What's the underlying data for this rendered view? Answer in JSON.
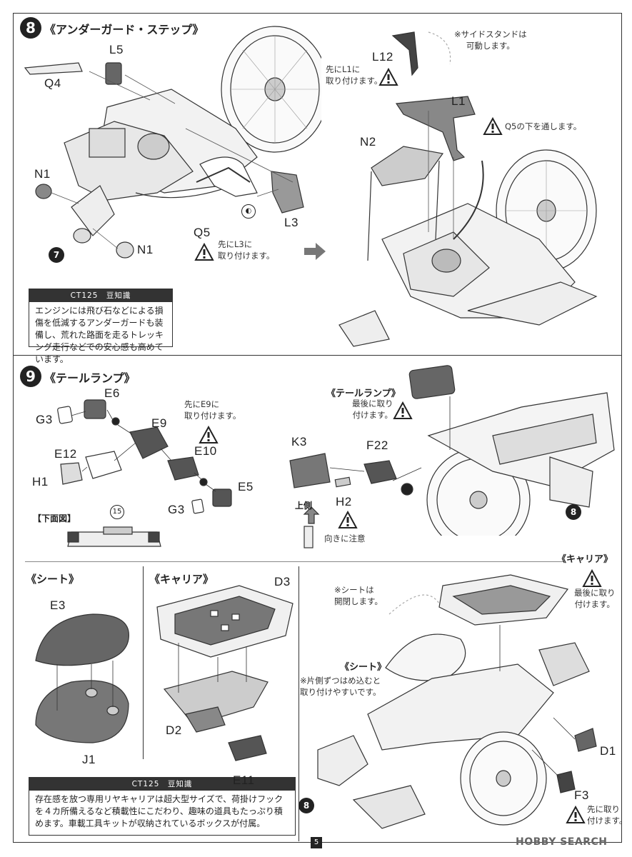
{
  "step8": {
    "number": "8",
    "title": "《アンダーガード・ステップ》",
    "parts": {
      "q4": "Q4",
      "l5": "L5",
      "n1a": "N1",
      "n1b": "N1",
      "q5": "Q5",
      "l3": "L3",
      "l12": "L12",
      "l1": "L1",
      "n2": "N2"
    },
    "notes": {
      "q5_note": "先にL3に\n取り付けます。",
      "l12_note": "先にL1に\n取り付けます。",
      "stand_note": "※サイドスタンドは\n可動します。",
      "l1_note": "Q5の下を通します。"
    },
    "ref_step": "7",
    "trivia": {
      "header": "CT125　豆知識",
      "body": "エンジンには飛び石などによる損傷を低減するアンダーガードも装備し、荒れた路面を走るトレッキング走行などでの安心感も高めています。"
    }
  },
  "step9": {
    "number": "9",
    "title": "《テールランプ》",
    "parts": {
      "e6": "E6",
      "g3a": "G3",
      "e9": "E9",
      "e12": "E12",
      "e10": "E10",
      "h1": "H1",
      "e5": "E5",
      "g3b": "G3",
      "k3": "K3",
      "f22": "F22",
      "h2": "H2"
    },
    "notes": {
      "e9_note": "先にE9に\n取り付けます。",
      "taillamp_label": "《テールランプ》",
      "taillamp_note": "最後に取り\n付けます。",
      "bottom_view": "【下面図】",
      "ref_15": "15",
      "upside": "上側",
      "direction_note": "向きに注意"
    },
    "ref_step": "8"
  },
  "seat": {
    "title": "《シート》",
    "parts": {
      "e3": "E3",
      "j1": "J1"
    }
  },
  "carrier": {
    "title": "《キャリア》",
    "parts": {
      "d3": "D3",
      "d2": "D2",
      "e11": "E11"
    }
  },
  "assembly": {
    "carrier_label": "《キャリア》",
    "carrier_note": "最後に取り\n付けます。",
    "seat_open_note": "※シートは\n開閉します。",
    "seat_label": "《シート》",
    "seat_fit_note": "※片側ずつはめ込むと\n取り付けやすいです。",
    "parts": {
      "d1": "D1",
      "f3": "F3"
    },
    "f3_note": "先に取り\n付けます。",
    "ref_step": "8"
  },
  "trivia2": {
    "header": "CT125　豆知識",
    "body": "存在感を放つ専用リヤキャリアは超大型サイズで、荷掛けフックを４カ所備えるなど積載性にこだわり、趣味の道具もたっぷり積めます。車載工具キットが収納されているボックスが付属。"
  },
  "footer": {
    "page": "5",
    "logo": "HOBBY SEARCH"
  }
}
